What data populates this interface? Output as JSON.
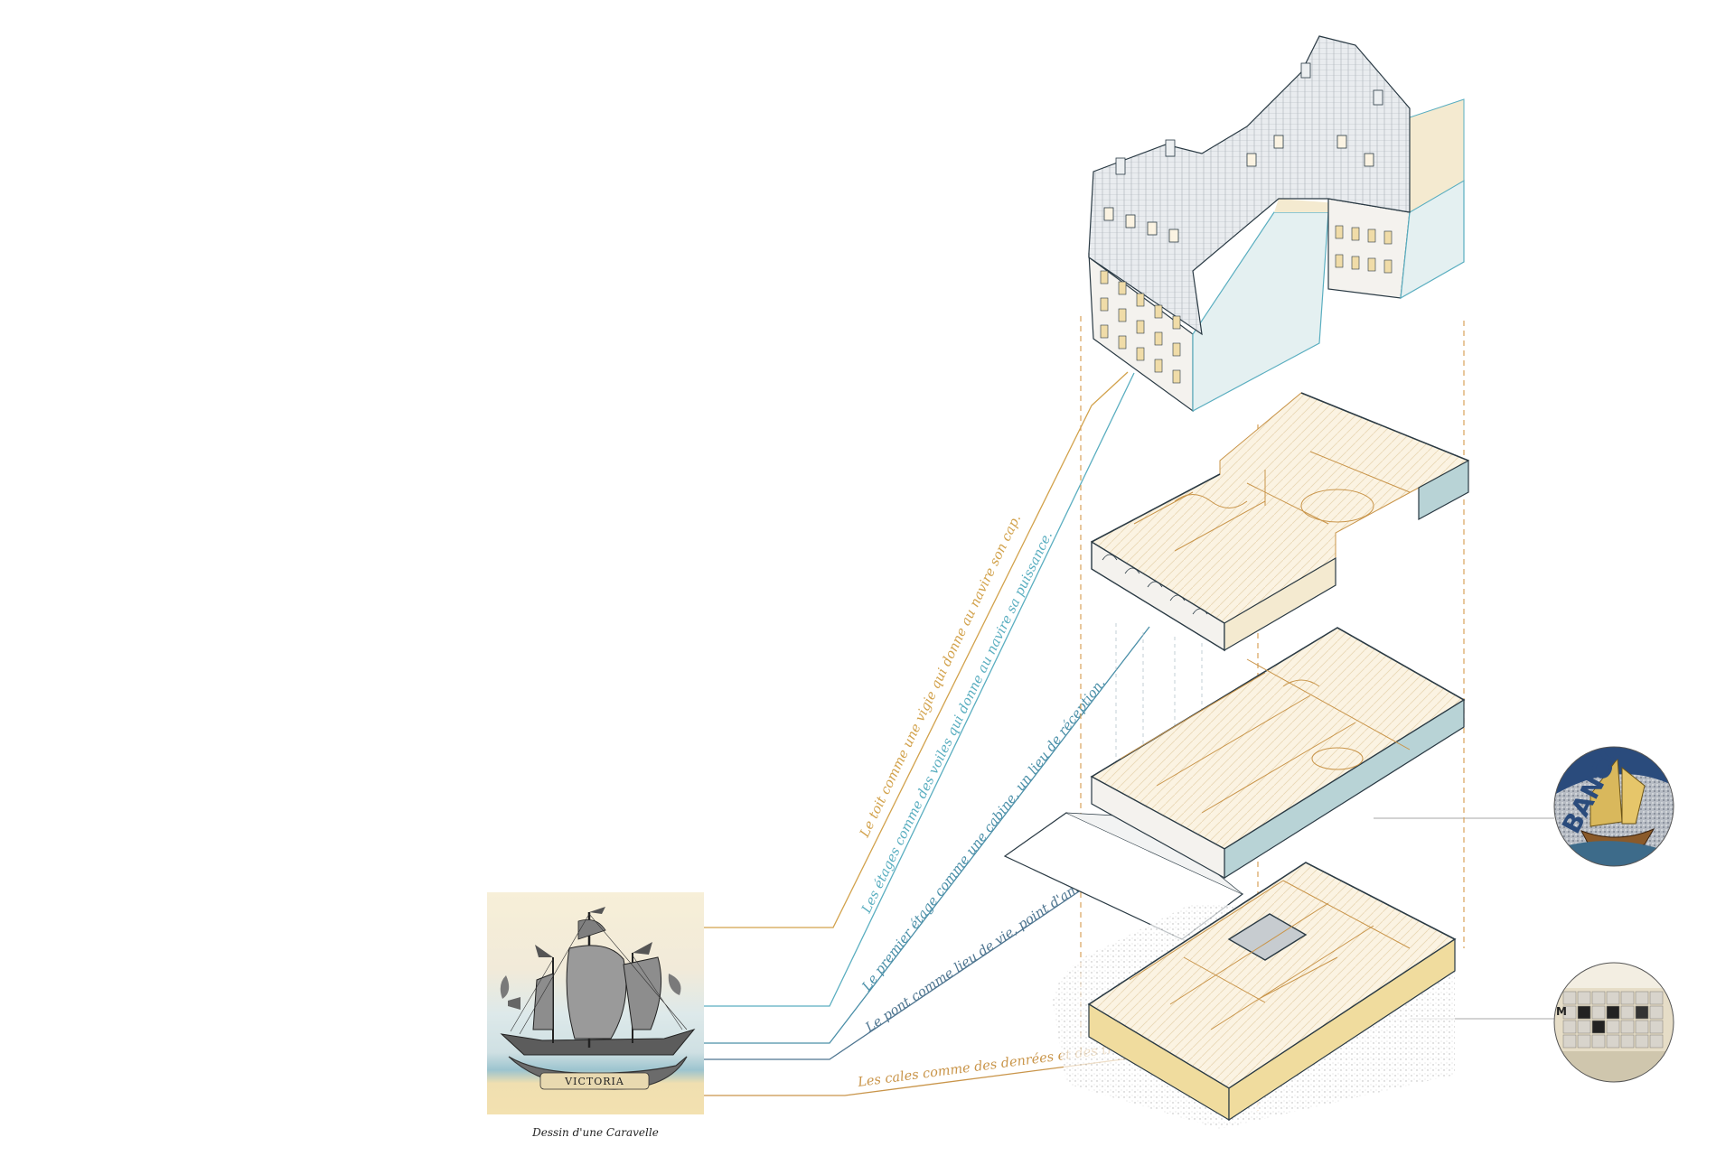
{
  "caption": "Dessin d'une Caravelle",
  "ship_banner": "VICTORIA",
  "mosaic_text": "BANCO N",
  "vault_text": "M",
  "annotations": [
    {
      "id": "roof",
      "text": "Le toit comme une vigie qui donne au navire son cap.",
      "color": "#d2a24c"
    },
    {
      "id": "floors",
      "text": "Les étages comme des voiles qui donne au navire sa puissance.",
      "color": "#5aaec0"
    },
    {
      "id": "first",
      "text": "Le premier étage comme une cabine, un lieu de réception.",
      "color": "#4a8fa8"
    },
    {
      "id": "deck",
      "text": "Le pont comme lieu de vie, point d'amarrage.",
      "color": "#4e7590"
    },
    {
      "id": "holds",
      "text": "Les cales comme des denrées et des trésors.",
      "color": "#c9954a"
    }
  ],
  "colors": {
    "gold": "#d2a24c",
    "teal": "#5aaec0",
    "slate": "#4e7590",
    "wall_side": "#b8d3d6",
    "wall_front": "#f4ead0",
    "sand": "#f0dc9e"
  }
}
